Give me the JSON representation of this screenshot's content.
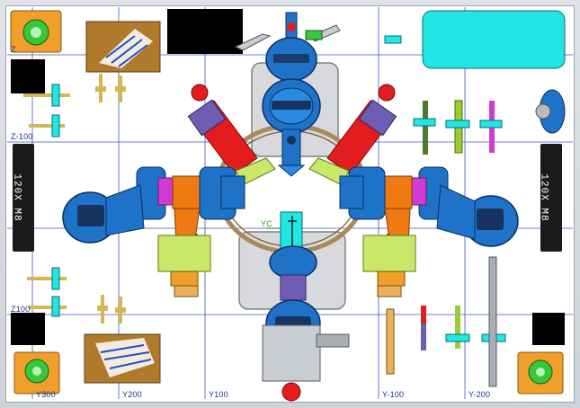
{
  "viewport": {
    "name": "cad-3d-view"
  },
  "grid_labels": {
    "z_minus_100": "Z-100",
    "z_100": "Z100",
    "y_300": "Y300",
    "y_200": "Y200",
    "y_100": "Y100",
    "y_minus_100": "Y-100",
    "y_minus_200": "Y-200",
    "z_top": "Z"
  },
  "side_labels": {
    "left": "120X M8",
    "right": "120X M8"
  },
  "axis_label": "YC",
  "colors": {
    "grid": "#3b55c8",
    "body_blue": "#1e73c8",
    "red": "#e31d1d",
    "cyan": "#22e6e6",
    "orange": "#f07a12",
    "yellow_green": "#c9e86a",
    "gray": "#c9cdd2",
    "dark": "#222222",
    "purple": "#6f5db3",
    "magenta": "#d23ad6",
    "green": "#35c83b",
    "brown": "#b07a2d"
  }
}
